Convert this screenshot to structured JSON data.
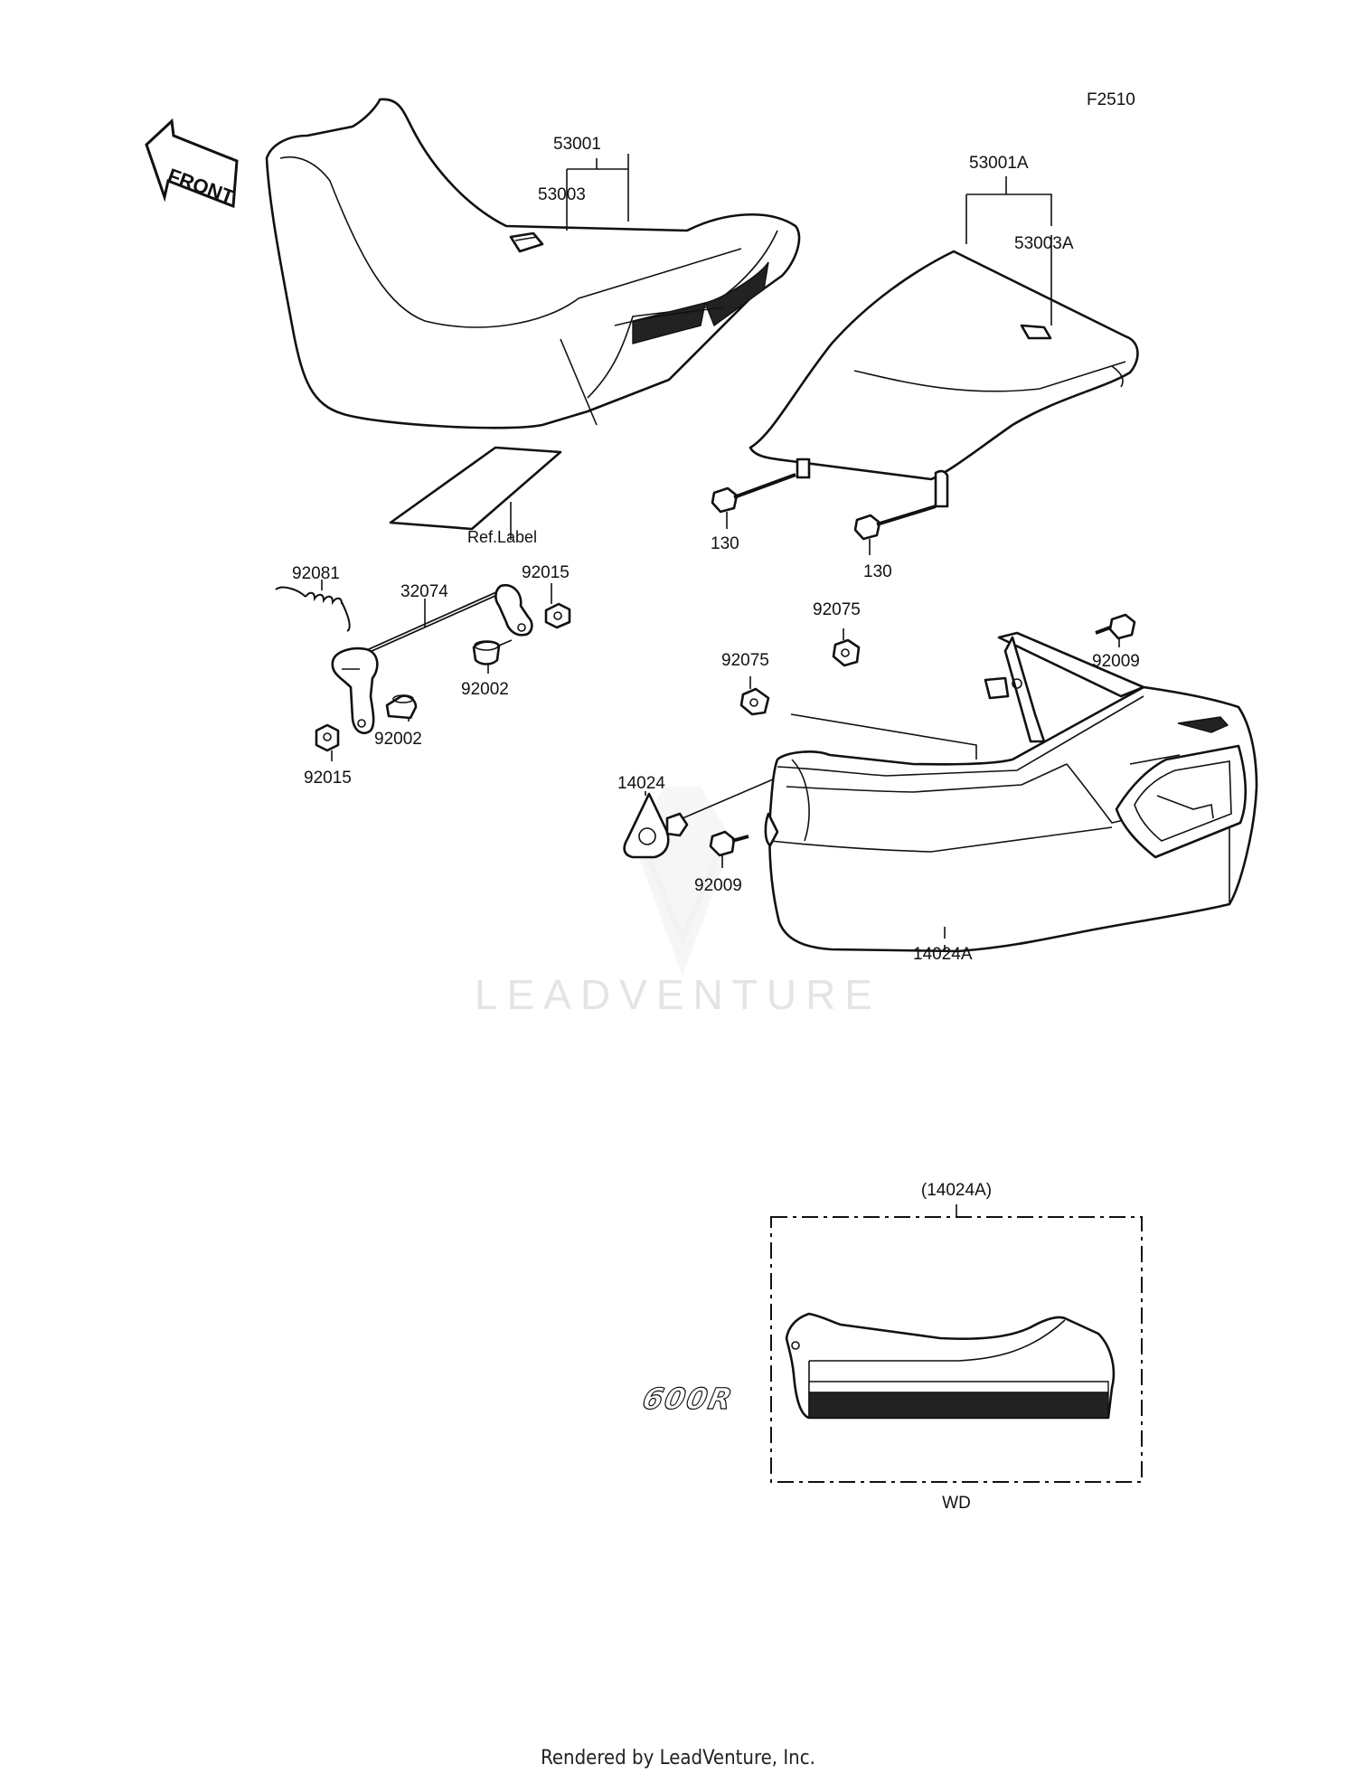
{
  "diagram": {
    "figure_code": "F2510",
    "front_label": "FRONT",
    "callouts": {
      "seat": "53001",
      "seat_strap": "53003",
      "seat_alt": "53001A",
      "seat_strap_alt": "53003A",
      "ref_label": "Ref.Label",
      "bolt_left": "130",
      "bolt_right": "130",
      "spring": "92081",
      "rod": "32074",
      "nut_top": "92015",
      "nut_bottom": "92015",
      "damper_top": "92002",
      "damper_bottom": "92002",
      "clip_right": "92075",
      "clip_left": "92075",
      "bolt_top": "92009",
      "bolt_low": "92009",
      "bracket": "14024",
      "cover": "14024A"
    },
    "inset": {
      "ref": "(14024A)",
      "logo_text": "600R",
      "variant": "WD"
    },
    "watermark": "LEADVENTURE",
    "footer": "Rendered by LeadVenture, Inc."
  }
}
